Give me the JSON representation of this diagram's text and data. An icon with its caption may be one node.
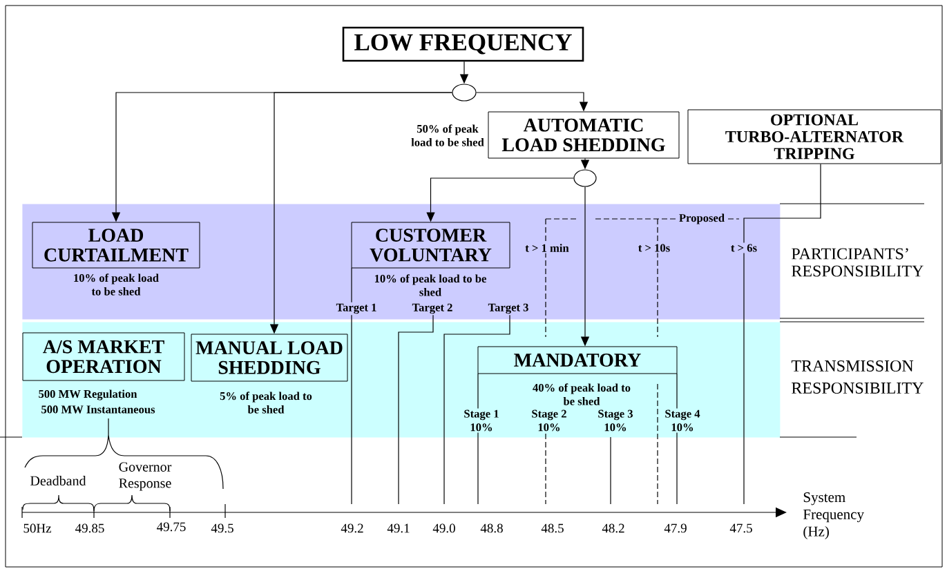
{
  "diagram": {
    "nodes": [
      {
        "text": [
          "LOW FREQUENCY"
        ]
      },
      {
        "text": [],
        "shape": "circle"
      },
      {
        "text": [
          "AUTOMATIC LOAD SHEDDING"
        ],
        "beside": [
          "50% of peak load to be shed"
        ]
      },
      {
        "text": [
          "OPTIONAL TURBO-ALTERNATOR TRIPPING"
        ]
      },
      {
        "text": [],
        "shape": "circle"
      },
      {
        "text": [
          "PARTICIPANTS’ RESPONSIBILITY"
        ]
      },
      {
        "text": [
          "LOAD CURTAILMENT"
        ],
        "in": 5,
        "beside": [
          "10% of peak load to be shed"
        ]
      },
      {
        "text": [
          "CUSTOMER VOLUNTARY"
        ],
        "in": 5,
        "beside": [
          "10% of peak load to be shed"
        ]
      },
      {
        "text": [
          "TRANSMISSION RESPONSIBILITY"
        ]
      },
      {
        "text": [
          "A/S MARKET OPERATION"
        ],
        "in": 8,
        "beside": [
          "500 MW Regulation",
          "500 MW Instantaneous"
        ]
      },
      {
        "text": [
          "MANUAL LOAD SHEDDING"
        ],
        "in": 8,
        "beside": [
          "5% of peak load to be shed"
        ]
      },
      {
        "text": [
          "MANDATORY",
          "40% of peak load to be shed"
        ],
        "in": 8
      }
    ],
    "edges": [
      {
        "from": 0,
        "to": 1,
        "arrow": "to"
      },
      {
        "from": 1,
        "to": 2,
        "arrow": "to"
      },
      {
        "from": 1,
        "to": 6,
        "arrow": "to"
      },
      {
        "from": 1,
        "to": 10,
        "arrow": "to"
      },
      {
        "from": 2,
        "to": 4,
        "arrow": "to"
      },
      {
        "from": 4,
        "to": 7,
        "arrow": "to"
      },
      {
        "from": 4,
        "to": 11,
        "arrow": "to"
      },
      {
        "from": 3,
        "to": null,
        "arrow": "none"
      }
    ],
    "labels": [
      "Proposed",
      "t > 1 min",
      "t > 10s",
      "t > 6s",
      "Target 1",
      "Target 2",
      "Target 3",
      "Stage 1 10%",
      "Stage 2 10%",
      "Stage 3 10%",
      "Stage 4 10%",
      "Deadband",
      "Governor Response",
      "50Hz",
      "49.85",
      "49.75",
      "49.5",
      "49.2",
      "49.1",
      "49.0",
      "48.8",
      "48.5",
      "48.2",
      "47.9",
      "47.5",
      "System Frequency (Hz)"
    ]
  }
}
